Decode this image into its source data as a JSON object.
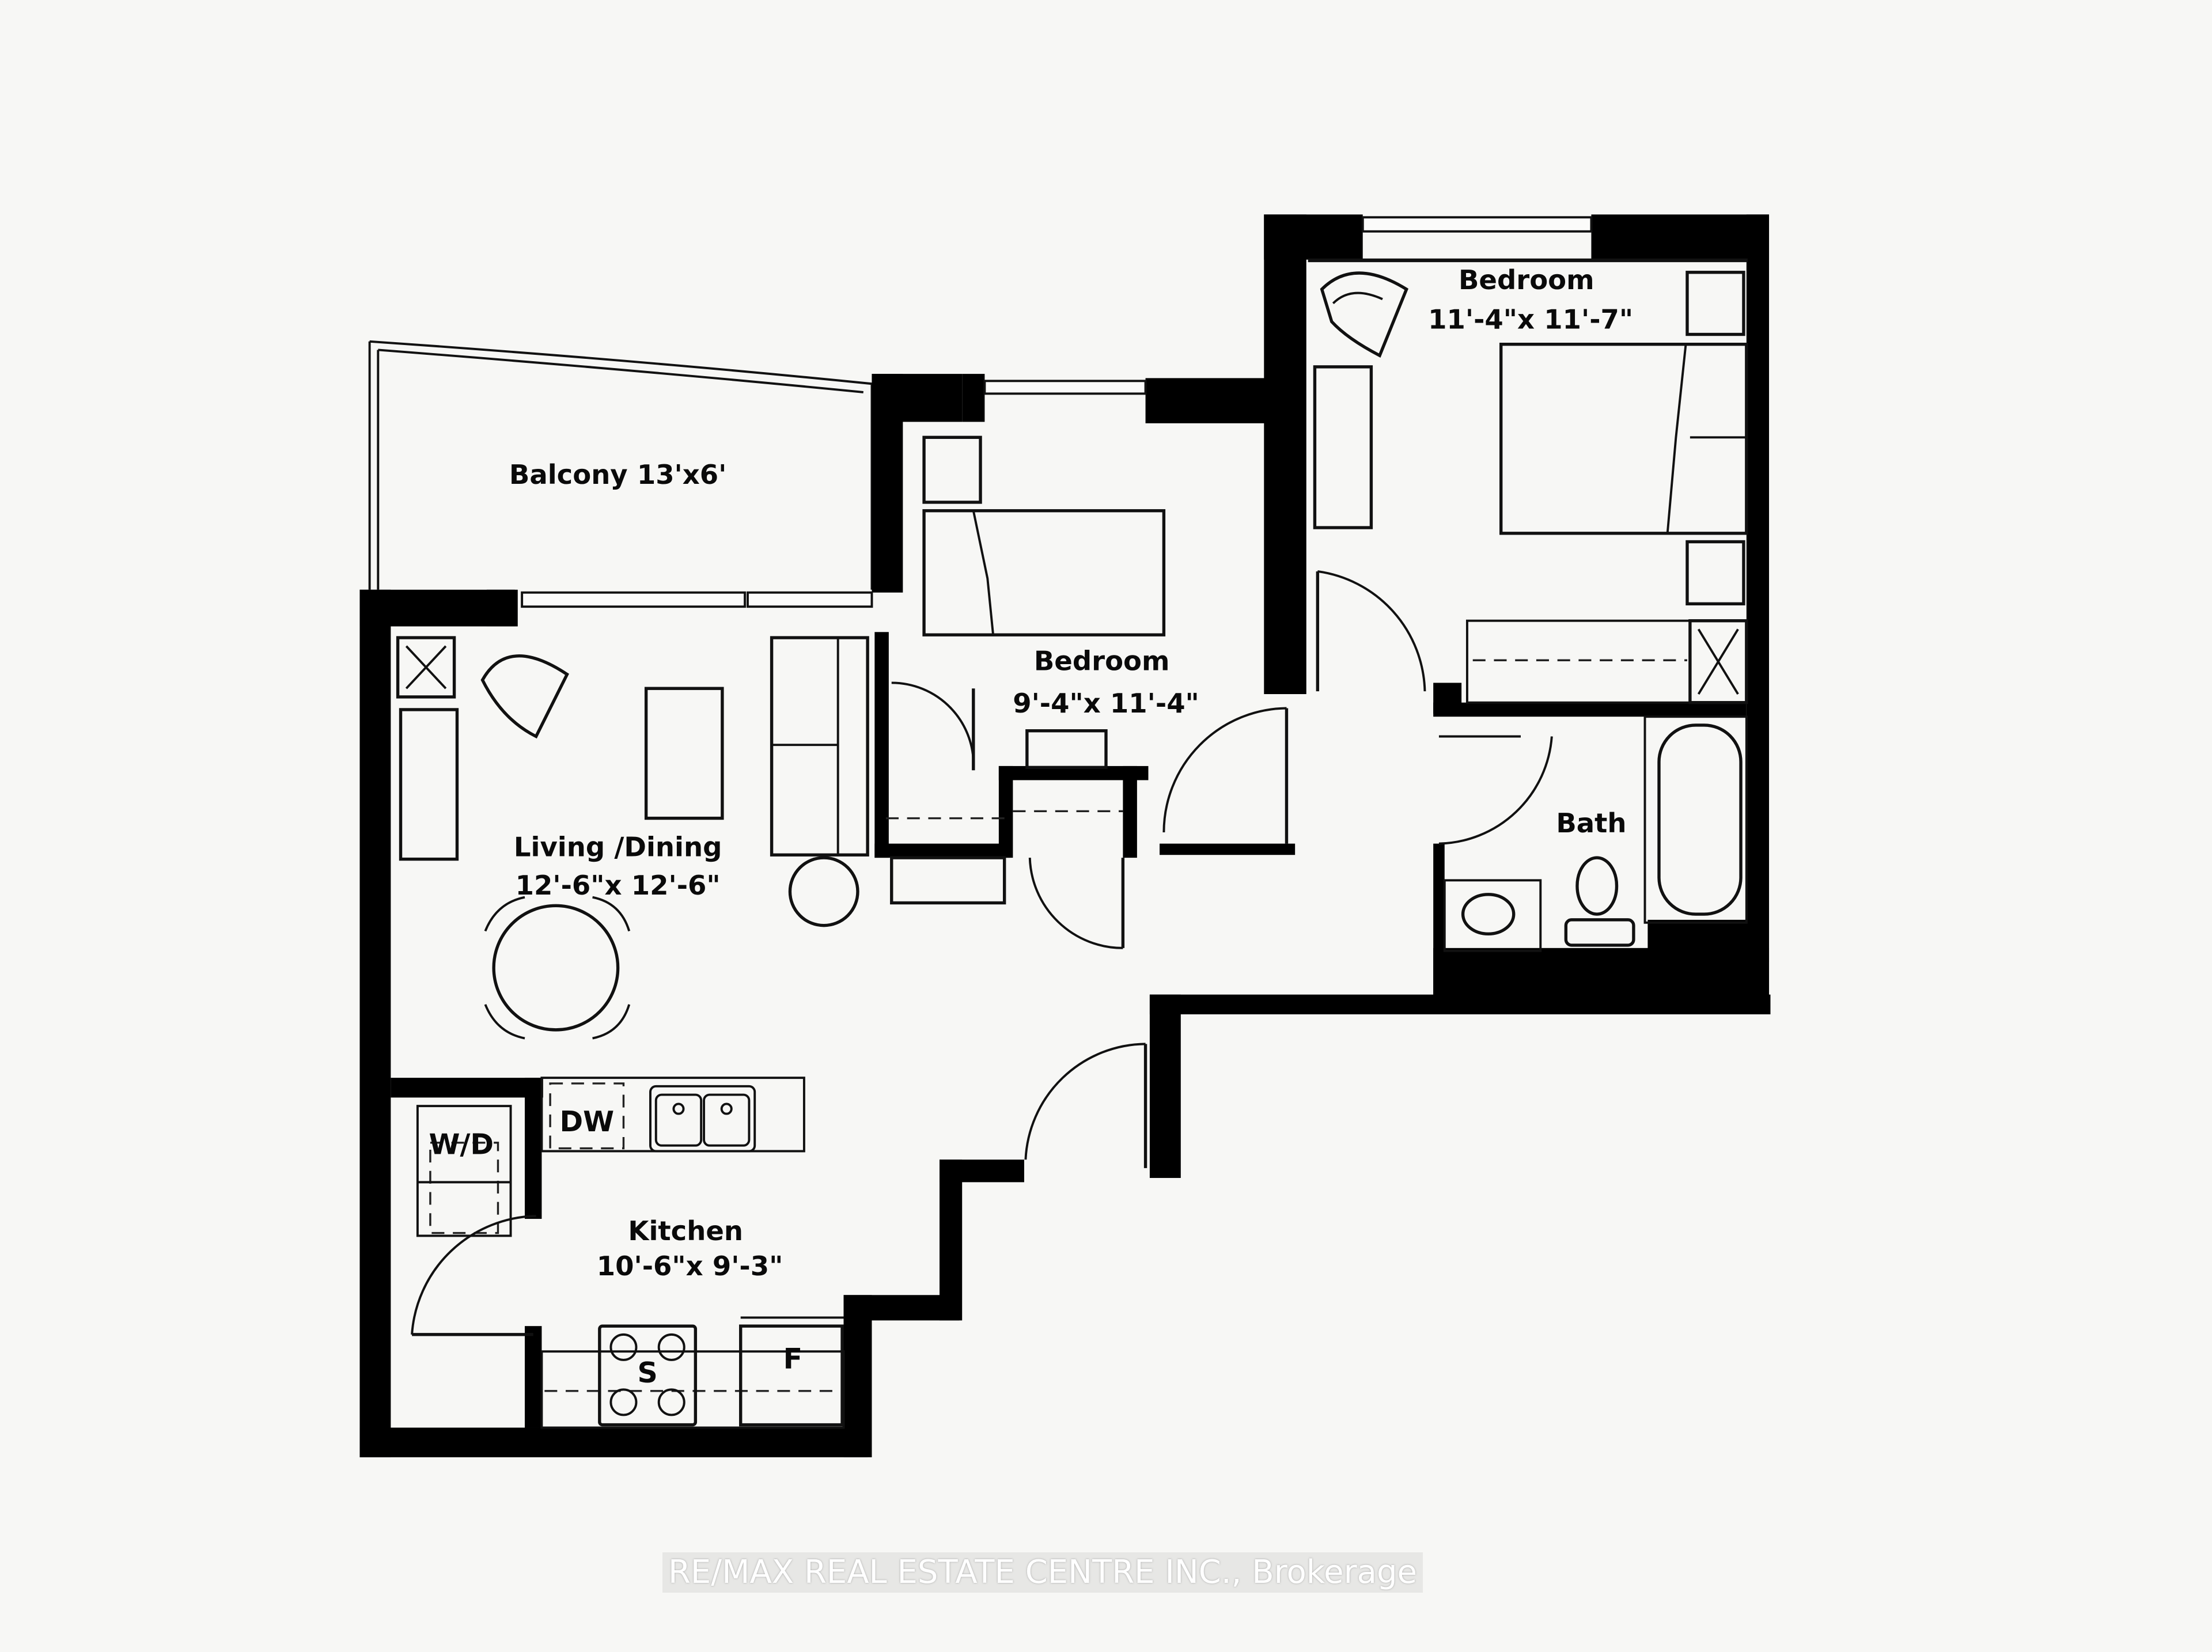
{
  "plan": {
    "rooms": [
      {
        "id": "balcony",
        "name": "Balcony 13'x6'",
        "dimensions": ""
      },
      {
        "id": "bedroom-primary",
        "name": "Bedroom",
        "dimensions": "11'-4\"x 11'-7\""
      },
      {
        "id": "bedroom-second",
        "name": "Bedroom",
        "dimensions": "9'-4\"x 11'-4\""
      },
      {
        "id": "living-dining",
        "name": "Living /Dining",
        "dimensions": "12'-6\"x 12'-6\""
      },
      {
        "id": "bath",
        "name": "Bath",
        "dimensions": ""
      },
      {
        "id": "kitchen",
        "name": "Kitchen",
        "dimensions": "10'-6\"x 9'-3\""
      }
    ],
    "appliances": {
      "washer_dryer": "W/D",
      "dishwasher": "DW",
      "stove": "S",
      "fridge": "F"
    },
    "colors": {
      "wall": "#000000",
      "background": "#f7f7f5",
      "line": "#111111"
    }
  },
  "watermark": "RE/MAX REAL ESTATE CENTRE INC., Brokerage"
}
